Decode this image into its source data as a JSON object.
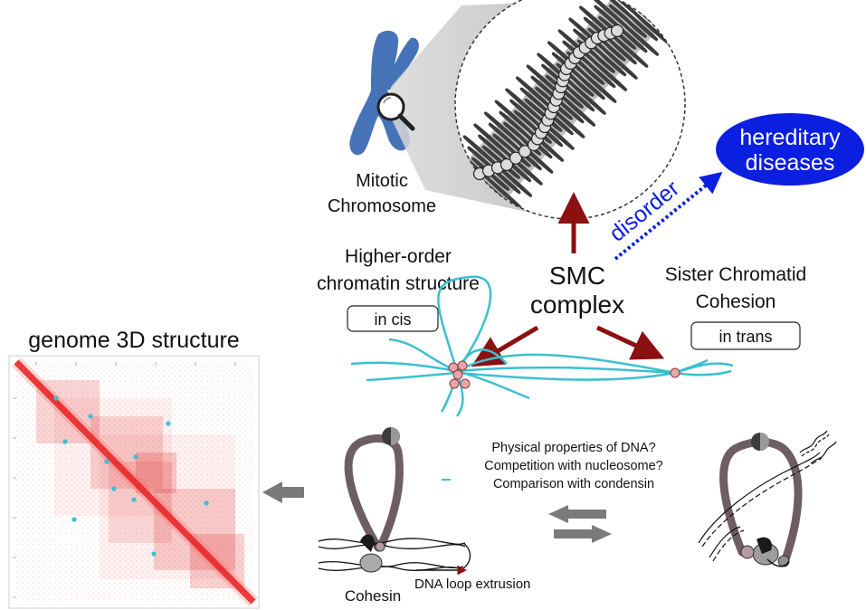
{
  "labels": {
    "mitotic_line1": "Mitotic",
    "mitotic_line2": "Chromosome",
    "hereditary_line1": "hereditary",
    "hereditary_line2": "diseases",
    "disorder": "disorder",
    "higher_order_line1": "Higher-order",
    "higher_order_line2": "chromatin structure",
    "in_cis": "in cis",
    "smc_line1": "SMC",
    "smc_line2": "complex",
    "sister_line1": "Sister Chromatid",
    "sister_line2": "Cohesion",
    "in_trans": "in trans",
    "genome_title": "genome 3D structure",
    "question_1": "Physical properties of DNA?",
    "question_2": "Competition with nucleosome?",
    "question_3": "Comparison with condensin",
    "cohesin": "Cohesin",
    "loop_extrusion": "DNA loop extrusion"
  },
  "colors": {
    "chromosome": "#4672b8",
    "arrow_red": "#8b1010",
    "disease_blue": "#0b1fe0",
    "chromatin_cyan": "#3cc0cf",
    "contact_red": "#e01818",
    "nucleosome_pink": "#e8a4aa",
    "gray_arrow": "#7a7a7a"
  },
  "icons": [
    "magnifier-icon",
    "left-arrow-icon",
    "exchange-arrows-icon"
  ]
}
